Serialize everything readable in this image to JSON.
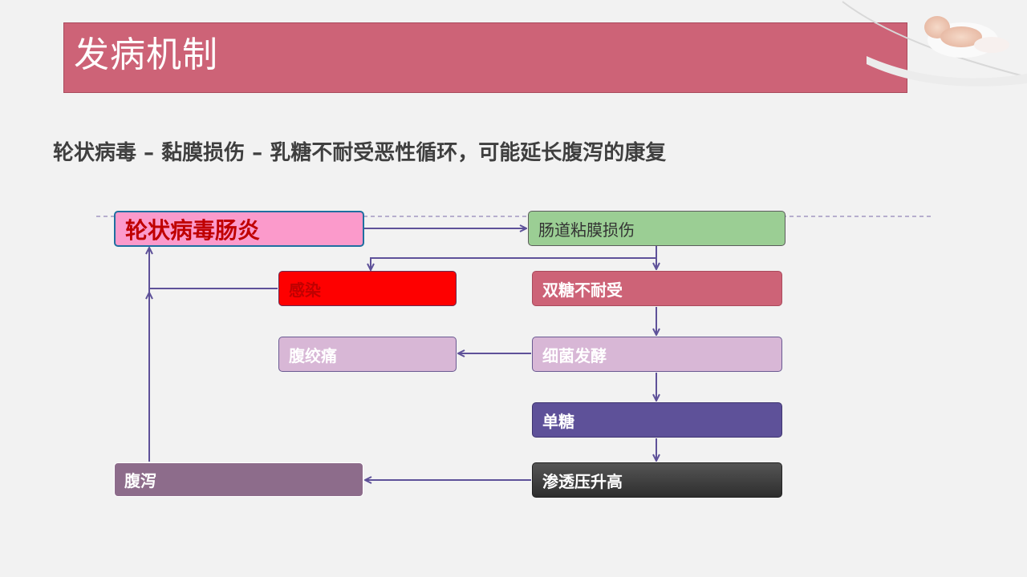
{
  "title": "发病机制",
  "subtitle": "轮状病毒 – 黏膜损伤 – 乳糖不耐受恶性循环，可能延长腹泻的康复",
  "diagram": {
    "nodes": {
      "rotavirus": "轮状病毒肠炎",
      "mucosa_injury": "肠道粘膜损伤",
      "infection": "感染",
      "disaccharide": "双糖不耐受",
      "colic": "腹绞痛",
      "fermentation": "细菌发酵",
      "monosaccharide": "单糖",
      "osmotic": "渗透压升高",
      "diarrhea": "腹泻"
    },
    "colors": {
      "rotavirus": "#fb9acb",
      "mucosa_injury": "#9bce94",
      "infection": "#fe0000",
      "disaccharide": "#cd6377",
      "colic": "#d8b7d6",
      "fermentation": "#d8b7d6",
      "monosaccharide": "#5e5199",
      "osmotic": "#484848",
      "diarrhea": "#8d6c8b",
      "arrow": "#5e5199"
    }
  }
}
